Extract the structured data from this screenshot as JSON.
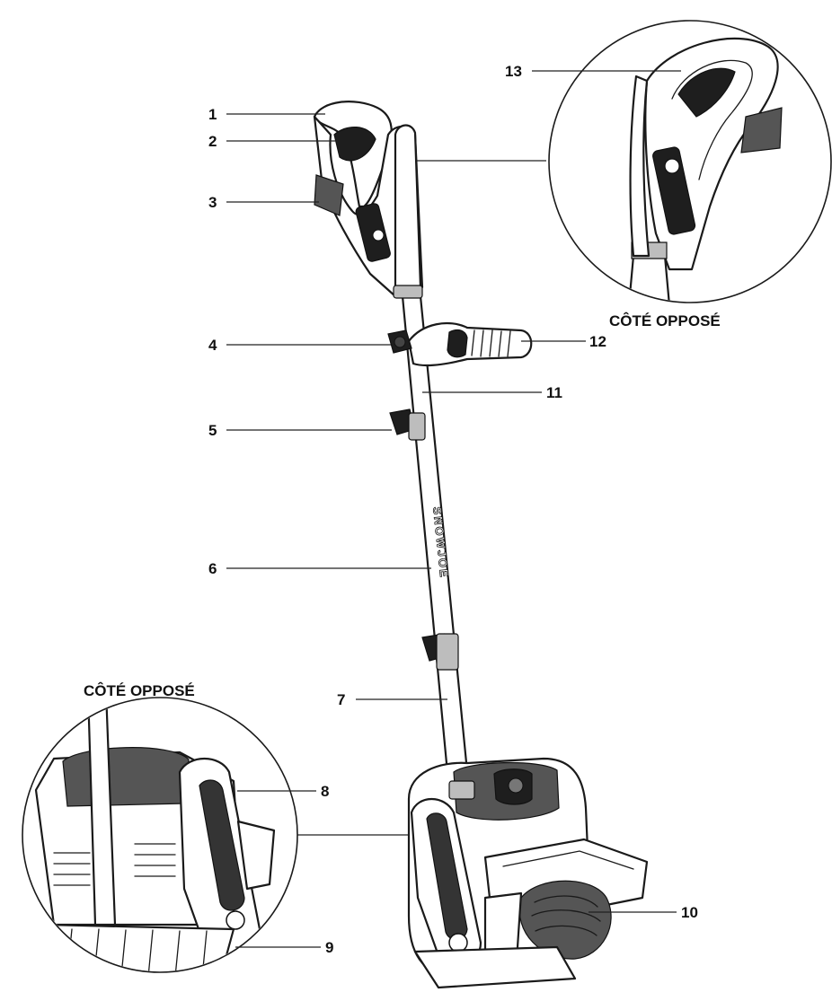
{
  "headings": {
    "top_inset": "CÔTÉ OPPOSÉ",
    "bottom_inset": "CÔTÉ OPPOSÉ"
  },
  "shaft_brand": "SNOWJOE",
  "callouts": [
    "1",
    "2",
    "3",
    "4",
    "5",
    "6",
    "7",
    "8",
    "9",
    "10",
    "11",
    "12",
    "13"
  ],
  "icons": [
    "snow-shovel-illustration",
    "handle-inset-magnifier",
    "base-inset-magnifier"
  ]
}
